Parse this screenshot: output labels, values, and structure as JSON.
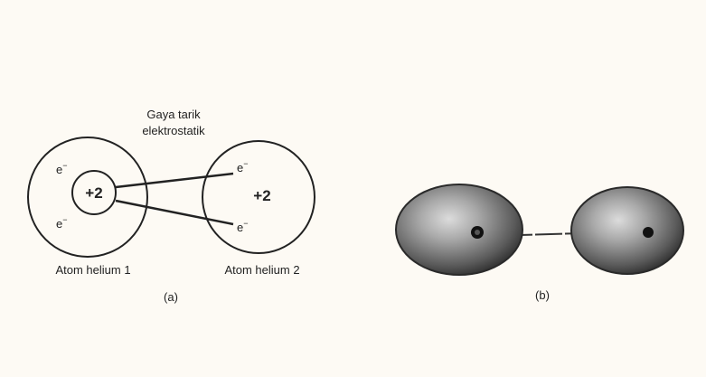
{
  "diagram_a": {
    "caption_line1": "Gaya tarik",
    "caption_line2": "elektrostatik",
    "atom1": {
      "label": "Atom helium 1",
      "nucleus": "+2",
      "electron": "e",
      "electron_sup": "−"
    },
    "atom2": {
      "label": "Atom helium 2",
      "nucleus": "+2",
      "electron": "e",
      "electron_sup": "−"
    },
    "panel_label": "(a)"
  },
  "diagram_b": {
    "panel_label": "(b)"
  },
  "colors": {
    "background": "#fdfaf4",
    "ink": "#222222",
    "sphere_dark": "#3a3a3a",
    "sphere_light": "#d8d8d8"
  }
}
